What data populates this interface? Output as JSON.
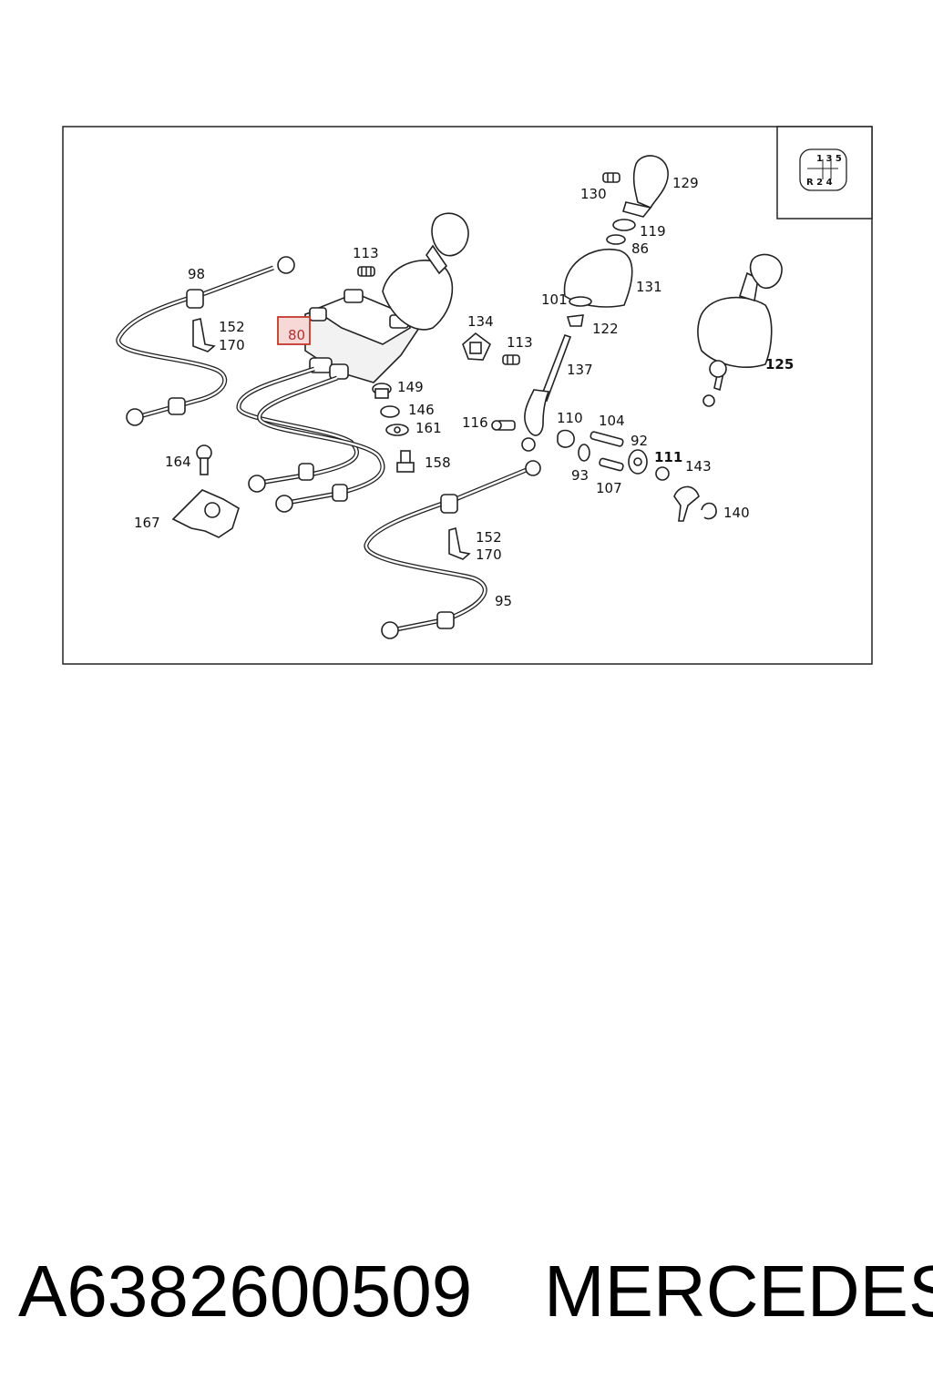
{
  "diagram": {
    "labels": {
      "p80": "80",
      "p86": "86",
      "p92": "92",
      "p93": "93",
      "p95": "95",
      "p98": "98",
      "p101": "101",
      "p104": "104",
      "p107": "107",
      "p110": "110",
      "p111": "111",
      "p113a": "113",
      "p113b": "113",
      "p116": "116",
      "p119": "119",
      "p122": "122",
      "p125": "125",
      "p129": "129",
      "p130": "130",
      "p131": "131",
      "p134": "134",
      "p137": "137",
      "p140": "140",
      "p143": "143",
      "p146": "146",
      "p149": "149",
      "p152a": "152",
      "p152b": "152",
      "p158": "158",
      "p161": "161",
      "p164": "164",
      "p167": "167",
      "p170a": "170",
      "p170b": "170"
    },
    "gear_pattern": {
      "top": "1 3 5",
      "bottom": "R 2 4"
    },
    "highlighted_part": "80"
  },
  "footer": {
    "part_number": "A6382600509",
    "brand": "MERCEDES"
  },
  "colors": {
    "highlight_border": "#c0392b",
    "highlight_fill": "#f8d7d7",
    "line": "#222222"
  }
}
